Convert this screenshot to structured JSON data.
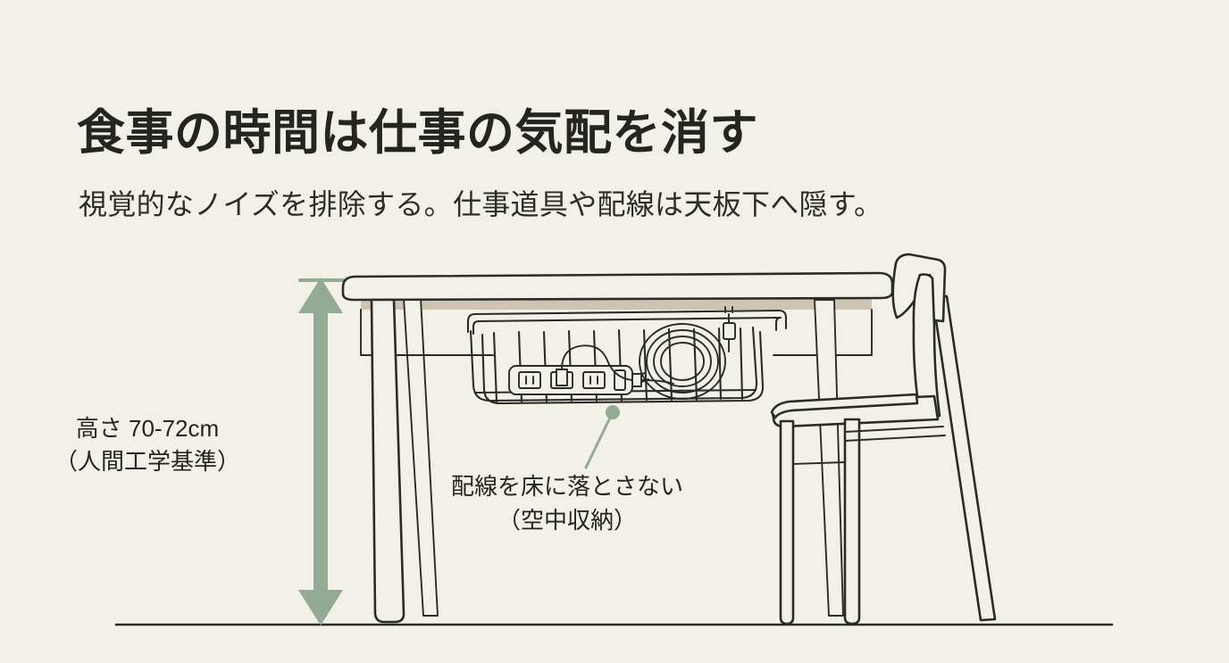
{
  "meta": {
    "background_color": "#f2f1e8",
    "ink_color": "#2b2b28",
    "accent_green": "#93ab93",
    "wood_shadow_color": "#cdc4b4"
  },
  "header": {
    "title": "食事の時間は仕事の気配を消す",
    "subtitle": "視覚的なノイズを排除する。仕事道具や配線は天板下へ隠す。"
  },
  "annotations": {
    "height": {
      "line1": "高さ 70-72cm",
      "line2": "（人間工学基準）",
      "arrow_name": "height-dimension-arrow",
      "arrow_color": "#93ab93"
    },
    "callout": {
      "line1": "配線を床に落とさない",
      "line2": "（空中収納）",
      "leader_color": "#93ab93"
    }
  },
  "illustration": {
    "name": "dining-table-with-under-desk-cable-basket-and-chair",
    "parts": [
      "table-top",
      "table-apron",
      "table-leg-front",
      "table-leg-rear",
      "wire-basket",
      "power-strip",
      "coiled-cable",
      "cable-connector",
      "chair",
      "floor-line"
    ],
    "power_strip": {
      "outlets": 3,
      "switch": 1,
      "plug_inserted": 1
    }
  }
}
